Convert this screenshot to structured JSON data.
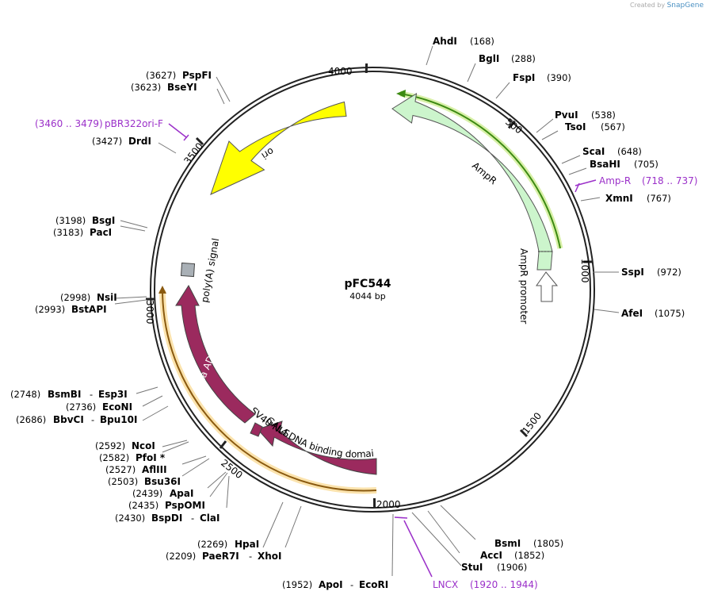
{
  "creator": {
    "prefix": "Created by",
    "brand": "SnapGene"
  },
  "plasmid": {
    "name": "pFC544",
    "length": "4044 bp"
  },
  "ticks": [
    {
      "pos": 4000,
      "label": "4000"
    },
    {
      "pos": 500,
      "label": "500"
    },
    {
      "pos": 1000,
      "label": "1000"
    },
    {
      "pos": 1500,
      "label": "1500"
    },
    {
      "pos": 2000,
      "label": "2000"
    },
    {
      "pos": 2500,
      "label": "2500"
    },
    {
      "pos": 3000,
      "label": "3000"
    },
    {
      "pos": 3500,
      "label": "3500"
    }
  ],
  "sites": [
    {
      "name": "AhdI",
      "pos": "(168)"
    },
    {
      "name": "BglI",
      "pos": "(288)"
    },
    {
      "name": "FspI",
      "pos": "(390)"
    },
    {
      "name": "PvuI",
      "pos": "(538)"
    },
    {
      "name": "TsoI",
      "pos": "(567)"
    },
    {
      "name": "ScaI",
      "pos": "(648)"
    },
    {
      "name": "BsaHI",
      "pos": "(705)"
    },
    {
      "name": "XmnI",
      "pos": "(767)"
    },
    {
      "name": "SspI",
      "pos": "(972)"
    },
    {
      "name": "AfeI",
      "pos": "(1075)"
    },
    {
      "name": "BsmI",
      "pos": "(1805)"
    },
    {
      "name": "AccI",
      "pos": "(1852)"
    },
    {
      "name": "StuI",
      "pos": "(1906)"
    },
    {
      "name": "ApoI",
      "name2": "EcoRI",
      "pos": "(1952)"
    },
    {
      "name": "PaeR7I",
      "name2": "XhoI",
      "pos": "(2209)"
    },
    {
      "name": "HpaI",
      "pos": "(2269)"
    },
    {
      "name": "BspDI",
      "name2": "ClaI",
      "pos": "(2430)"
    },
    {
      "name": "PspOMI",
      "pos": "(2435)"
    },
    {
      "name": "ApaI",
      "pos": "(2439)"
    },
    {
      "name": "Bsu36I",
      "pos": "(2503)"
    },
    {
      "name": "AflIII",
      "pos": "(2527)"
    },
    {
      "name": "PfoI *",
      "pos": "(2582)"
    },
    {
      "name": "NcoI",
      "pos": "(2592)"
    },
    {
      "name": "BbvCI",
      "name2": "Bpu10I",
      "pos": "(2686)"
    },
    {
      "name": "EcoNI",
      "pos": "(2736)"
    },
    {
      "name": "BsmBI",
      "name2": "Esp3I",
      "pos": "(2748)"
    },
    {
      "name": "BstAPI",
      "pos": "(2993)"
    },
    {
      "name": "NsiI",
      "pos": "(2998)"
    },
    {
      "name": "PacI",
      "pos": "(3183)"
    },
    {
      "name": "BsgI",
      "pos": "(3198)"
    },
    {
      "name": "DrdI",
      "pos": "(3427)"
    },
    {
      "name": "BseYI",
      "pos": "(3623)"
    },
    {
      "name": "PspFI",
      "pos": "(3627)"
    }
  ],
  "primers": [
    {
      "name": "Amp-R",
      "range": "(718 .. 737)"
    },
    {
      "name": "LNCX",
      "range": "(1920 .. 1944)"
    },
    {
      "name": "pBR322ori-F",
      "range": "(3460 .. 3479)"
    }
  ],
  "features": {
    "ampr": "AmpR",
    "ampr_promoter": "AmpR promoter",
    "ori": "ori",
    "polya": "poly(A) signal",
    "rta": "Rta AD",
    "sv40": "SV40 NLS",
    "gal4": "GAL4 DNA binding domain"
  },
  "colors": {
    "backbone": "#222222",
    "primer": "#9b30c9",
    "ampr": "#ccf5cc",
    "ori": "#ffff00",
    "gal4_rta": "#9b2a5e",
    "polya": "#a9b0b6",
    "orf_track": "#f2c46b",
    "ampr_track": "#6aa626"
  }
}
